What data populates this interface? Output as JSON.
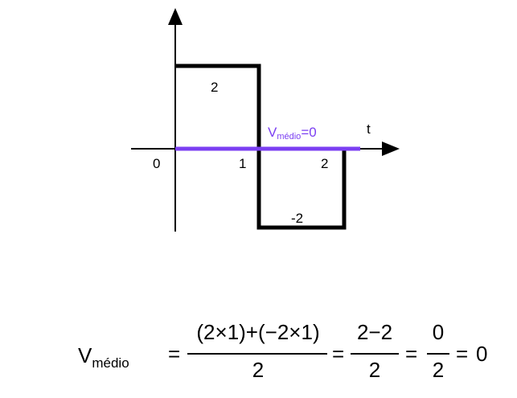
{
  "diagram": {
    "labels": {
      "origin": "0",
      "t_axis": "t",
      "tick_1": "1",
      "tick_2": "2",
      "upper_value": "2",
      "lower_value": "-2"
    },
    "annotation": {
      "symbol": "V",
      "subscript": "médio",
      "rest": "=0"
    },
    "colors": {
      "waveform": "#000000",
      "average_line": "#7b3ff2",
      "axes": "#000000"
    },
    "waveform": {
      "segments": [
        {
          "t_start": 0,
          "t_end": 1,
          "value": 2
        },
        {
          "t_start": 1,
          "t_end": 2,
          "value": -2
        }
      ],
      "average": 0
    }
  },
  "equation": {
    "lhs_symbol": "V",
    "lhs_subscript": "médio",
    "eq1": "=",
    "frac1_num": "(2×1)+(−2×1)",
    "frac1_den": "2",
    "eq2": "=",
    "frac2_num": "2−2",
    "frac2_den": "2",
    "eq3": "=",
    "frac3_num": "0",
    "frac3_den": "2",
    "eq4": "=",
    "result": "0"
  }
}
